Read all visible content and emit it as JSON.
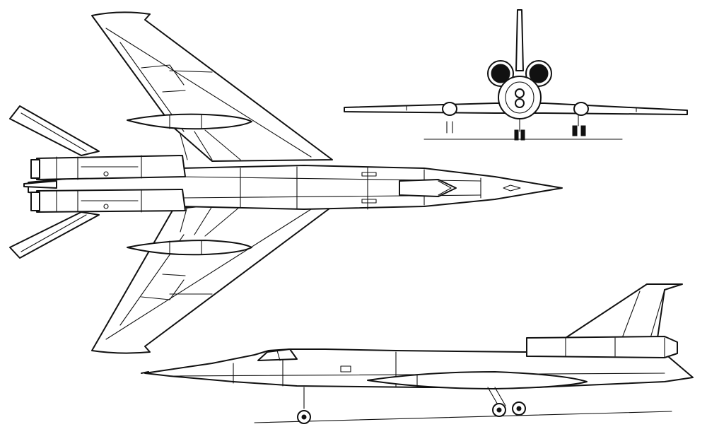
{
  "drawing": {
    "views": [
      "top-view",
      "front-view",
      "side-view"
    ],
    "line_color": "#111111",
    "background": "#ffffff"
  }
}
